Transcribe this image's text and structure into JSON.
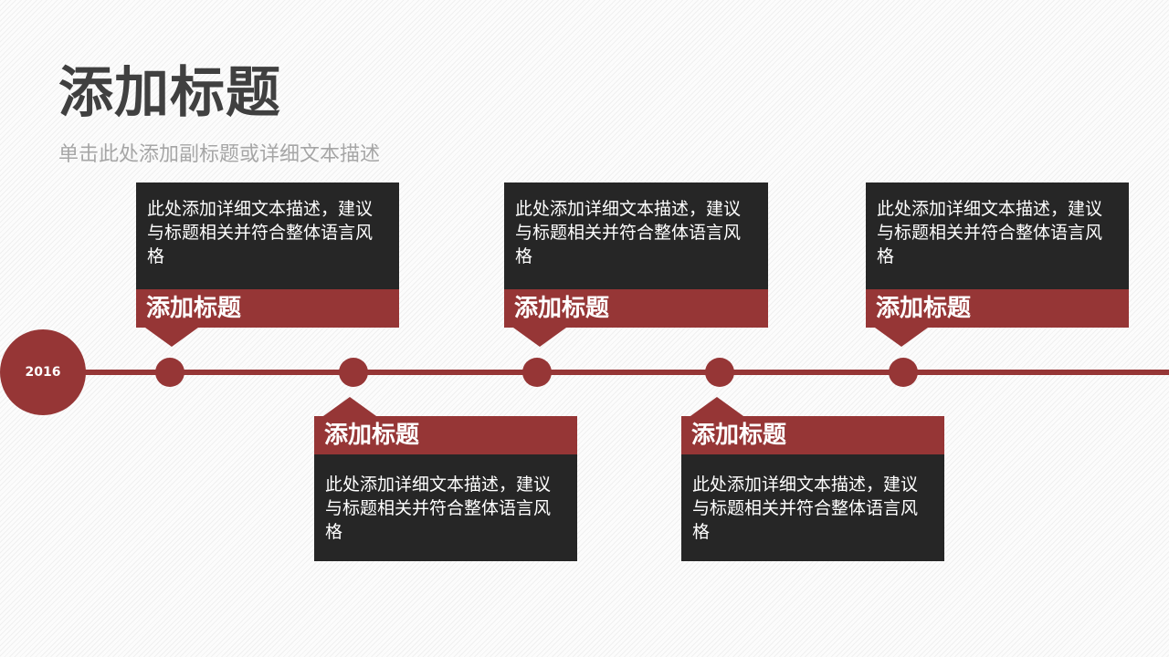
{
  "header": {
    "title": "添加标题",
    "subtitle": "单击此处添加副标题或详细文本描述"
  },
  "timeline": {
    "year": "2016",
    "color": "#963636",
    "card_dark_color": "#262626",
    "items": [
      {
        "position": "top",
        "heading": "添加标题",
        "description": "此处添加详细文本描述，建议与标题相关并符合整体语言风格"
      },
      {
        "position": "bottom",
        "heading": "添加标题",
        "description": "此处添加详细文本描述，建议与标题相关并符合整体语言风格"
      },
      {
        "position": "top",
        "heading": "添加标题",
        "description": "此处添加详细文本描述，建议与标题相关并符合整体语言风格"
      },
      {
        "position": "bottom",
        "heading": "添加标题",
        "description": "此处添加详细文本描述，建议与标题相关并符合整体语言风格"
      },
      {
        "position": "top",
        "heading": "添加标题",
        "description": "此处添加详细文本描述，建议与标题相关并符合整体语言风格"
      }
    ]
  }
}
